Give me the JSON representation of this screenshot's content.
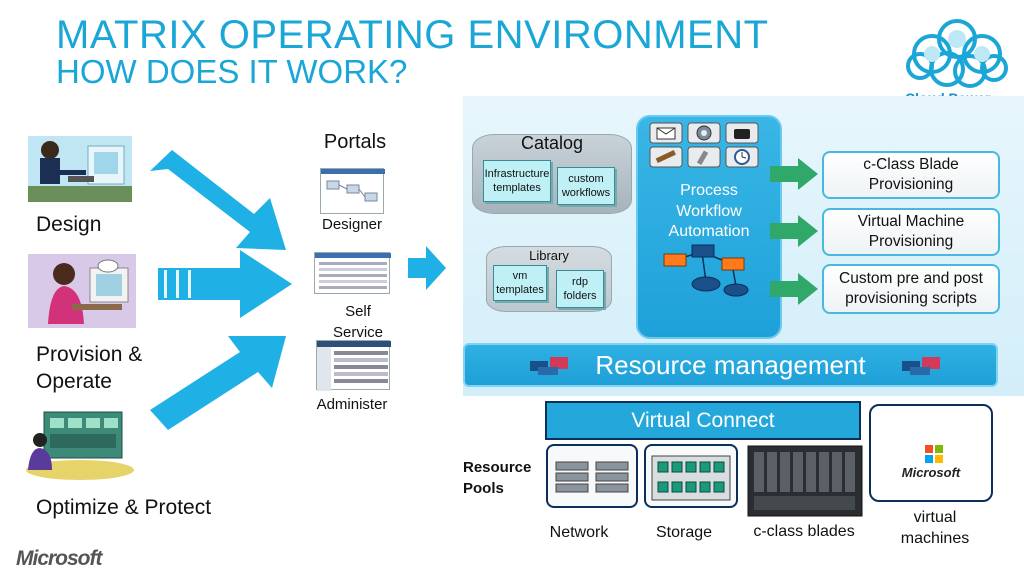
{
  "title": {
    "line1": "MATRIX  OPERATING ENVIRONMENT",
    "line2": "HOW DOES IT WORK?"
  },
  "brand": {
    "cloud_power": "Cloud Power",
    "microsoft_bottom": "Microsoft",
    "microsoft_vm": "Microsoft"
  },
  "roles": [
    {
      "label": "Design"
    },
    {
      "label": "Provision &\nOperate"
    },
    {
      "label": "Optimize & Protect"
    }
  ],
  "portals": {
    "heading": "Portals",
    "items": [
      "Designer",
      "Self\nService",
      "Administer"
    ]
  },
  "catalog": {
    "label": "Catalog",
    "items": [
      "Infrastructure templates",
      "custom workflows"
    ]
  },
  "library": {
    "label": "Library",
    "items": [
      "vm templates",
      "rdp folders"
    ]
  },
  "process": {
    "label": "Process\nWorkflow\nAutomation"
  },
  "provisioning": [
    "c-Class Blade Provisioning",
    "Virtual Machine Provisioning",
    "Custom pre and post provisioning scripts"
  ],
  "resource_management": "Resource management",
  "virtual_connect": "Virtual Connect",
  "resource_pools": {
    "label": "Resource\nPools",
    "items": [
      "Network",
      "Storage",
      "c-class blades",
      "virtual\nmachines"
    ]
  },
  "colors": {
    "title": "#1aa6d6",
    "arrow": "#1fb0e6",
    "panel": "#dff3fb",
    "green_arrow": "#2fa86a",
    "navy": "#0a2f5a"
  }
}
